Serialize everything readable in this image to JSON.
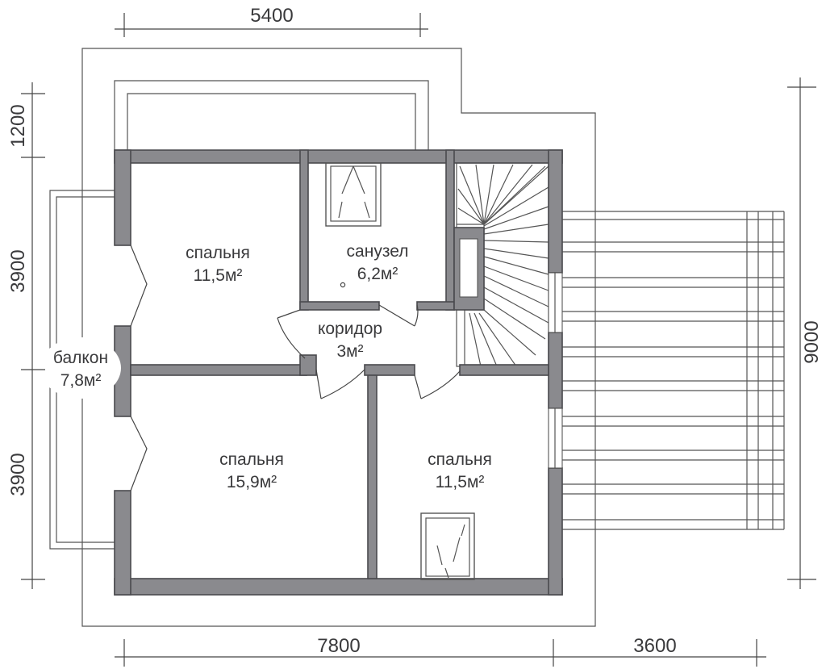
{
  "rooms": {
    "bedroom_top_left": {
      "name": "спальня",
      "area": "11,5м²"
    },
    "bathroom": {
      "name": "санузел",
      "area": "6,2м²"
    },
    "corridor": {
      "name": "коридор",
      "area": "3м²"
    },
    "balcony": {
      "name": "балкон",
      "area": "7,8м²"
    },
    "bedroom_bottom_left": {
      "name": "спальня",
      "area": "15,9м²"
    },
    "bedroom_bottom_right": {
      "name": "спальня",
      "area": "11,5м²"
    }
  },
  "dimensions": {
    "top": "5400",
    "bottom_main": "7800",
    "bottom_terrace": "3600",
    "left_top": "1200",
    "left_middle": "3900",
    "left_bottom": "3900",
    "right": "9000"
  },
  "colors": {
    "wall_fill": "#8a8a8e",
    "line": "#555555",
    "text": "#3a3a3c"
  }
}
